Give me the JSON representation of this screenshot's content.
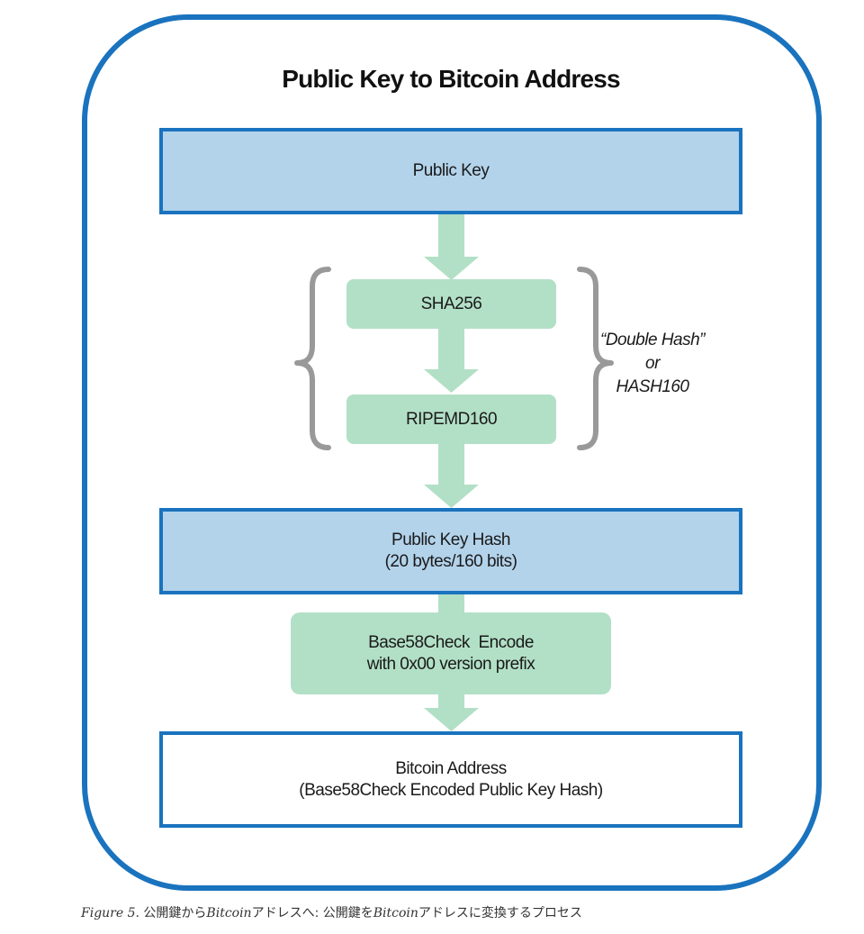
{
  "diagram": {
    "title": "Public Key to Bitcoin Address",
    "public_key": "Public Key",
    "sha256": "SHA256",
    "ripemd160": "RIPEMD160",
    "public_key_hash": {
      "line1": "Public Key Hash",
      "line2": "(20 bytes/160 bits)"
    },
    "base58_encode": {
      "line1": "Base58Check  Encode",
      "line2": "with 0x00 version prefix"
    },
    "bitcoin_address": {
      "line1": "Bitcoin Address",
      "line2": "(Base58Check Encoded Public Key Hash)"
    },
    "hash_note": {
      "line1": "“Double Hash”",
      "line2": "or",
      "line3": "HASH160"
    },
    "colors": {
      "frame": "#1a73be",
      "blue_fill": "#b3d3eb",
      "green_fill": "#b2e0c6",
      "arrow": "#b2e0c6",
      "brace": "#999999"
    }
  },
  "caption": {
    "figure_label": "Figure 5.",
    "part1": " 公開鍵から",
    "bitcoin1": "Bitcoin",
    "part2": "アドレスへ: 公開鍵を",
    "bitcoin2": "Bitcoin",
    "part3": "アドレスに変換するプロセス"
  }
}
